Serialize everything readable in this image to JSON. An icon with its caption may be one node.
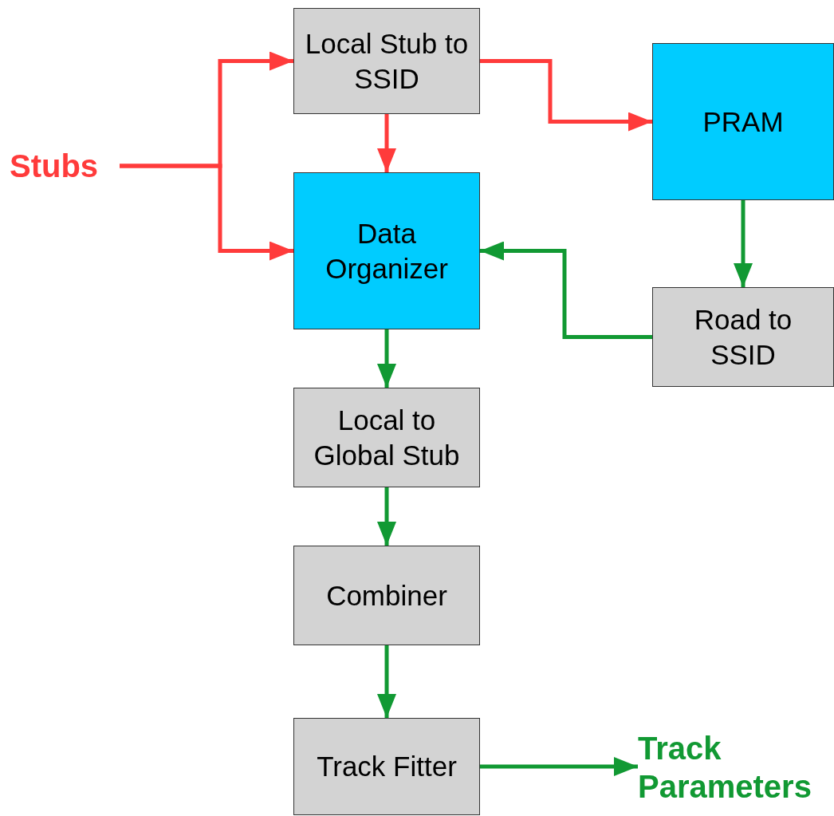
{
  "diagram": {
    "nodes": [
      {
        "text": [
          "Stubs"
        ]
      },
      {
        "text": [
          "Local Stub to SSID"
        ]
      },
      {
        "text": [
          "PRAM"
        ]
      },
      {
        "text": [
          "Data Organizer"
        ]
      },
      {
        "text": [
          "Road to SSID"
        ]
      },
      {
        "text": [
          "Local to Global Stub"
        ]
      },
      {
        "text": [
          "Combiner"
        ]
      },
      {
        "text": [
          "Track Fitter"
        ]
      },
      {
        "text": [
          "Track Parameters"
        ]
      }
    ],
    "edges": [
      {
        "from": 0,
        "to": 1,
        "arrow": "to",
        "color": "#ff3b3b"
      },
      {
        "from": 0,
        "to": 3,
        "arrow": "to",
        "color": "#ff3b3b"
      },
      {
        "from": 1,
        "to": 2,
        "arrow": "to",
        "color": "#ff3b3b"
      },
      {
        "from": 1,
        "to": 3,
        "arrow": "to",
        "color": "#ff3b3b"
      },
      {
        "from": 2,
        "to": 4,
        "arrow": "to"
      },
      {
        "from": 4,
        "to": 3,
        "arrow": "to"
      },
      {
        "from": 3,
        "to": 5,
        "arrow": "to"
      },
      {
        "from": 5,
        "to": 6,
        "arrow": "to"
      },
      {
        "from": 6,
        "to": 7,
        "arrow": "to"
      },
      {
        "from": 7,
        "to": 8,
        "arrow": "to"
      }
    ]
  }
}
